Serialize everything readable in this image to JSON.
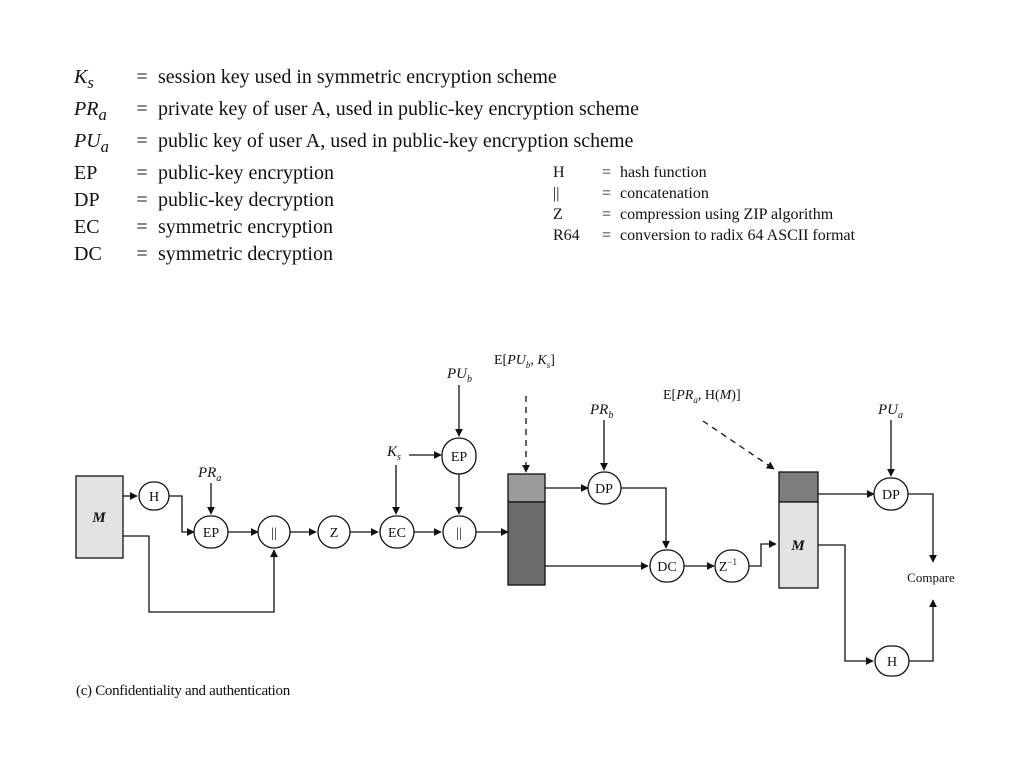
{
  "legend_main": [
    {
      "sym": "K",
      "sub": "s",
      "eq": "=",
      "desc": "session key used in symmetric encryption scheme"
    },
    {
      "sym": "PR",
      "sub": "a",
      "eq": "=",
      "desc": "private key of user A, used in public-key encryption scheme"
    },
    {
      "sym": "PU",
      "sub": "a",
      "eq": "=",
      "desc": "public key of user A, used in public-key encryption scheme"
    },
    {
      "sym": "EP",
      "eq": "=",
      "desc": "public-key encryption"
    },
    {
      "sym": "DP",
      "eq": "=",
      "desc": "public-key decryption"
    },
    {
      "sym": "EC",
      "eq": "=",
      "desc": "symmetric encryption"
    },
    {
      "sym": "DC",
      "eq": "=",
      "desc": "symmetric decryption"
    }
  ],
  "legend_extra": [
    {
      "sym": "H",
      "eq": "=",
      "desc": "hash function"
    },
    {
      "sym": "||",
      "eq": "=",
      "desc": "concatenation"
    },
    {
      "sym": "Z",
      "eq": "=",
      "desc": "compression using ZIP algorithm"
    },
    {
      "sym": "R64",
      "eq": "=",
      "desc": "conversion to radix 64 ASCII format"
    }
  ],
  "diagram": {
    "message_label": "M",
    "nodes": {
      "hash_sender": "H",
      "ep_sign": "EP",
      "concat_1": "||",
      "compress": "Z",
      "ec": "EC",
      "ep_key": "EP",
      "concat_2": "||",
      "dp_key": "DP",
      "dc": "DC",
      "decompress": "Z",
      "decompress_sup": "−1",
      "message_received": "M",
      "dp_verify": "DP",
      "hash_receiver": "H",
      "compare": "Compare"
    },
    "keys": {
      "pr_a": {
        "base": "PR",
        "sub": "a"
      },
      "ks": {
        "base": "K",
        "sub": "s"
      },
      "pu_b": {
        "base": "PU",
        "sub": "b"
      },
      "pr_b": {
        "base": "PR",
        "sub": "b"
      },
      "pu_a": {
        "base": "PU",
        "sub": "a"
      }
    },
    "labels": {
      "e_key": {
        "prefix": "E[",
        "base": "PU",
        "sub": "b",
        "mid": ", ",
        "base2": "K",
        "sub2": "s",
        "suffix": "]"
      },
      "e_sig": {
        "prefix": "E[",
        "base": "PR",
        "sub": "a",
        "mid": ", H(",
        "base2": "M",
        "suffix": ")]"
      }
    }
  },
  "caption": "(c) Confidentiality and authentication",
  "colors": {
    "box_light": "#e3e3e3",
    "box_dark": "#6b6b6b",
    "box_mid": "#9a9a9a",
    "stroke": "#111111"
  }
}
